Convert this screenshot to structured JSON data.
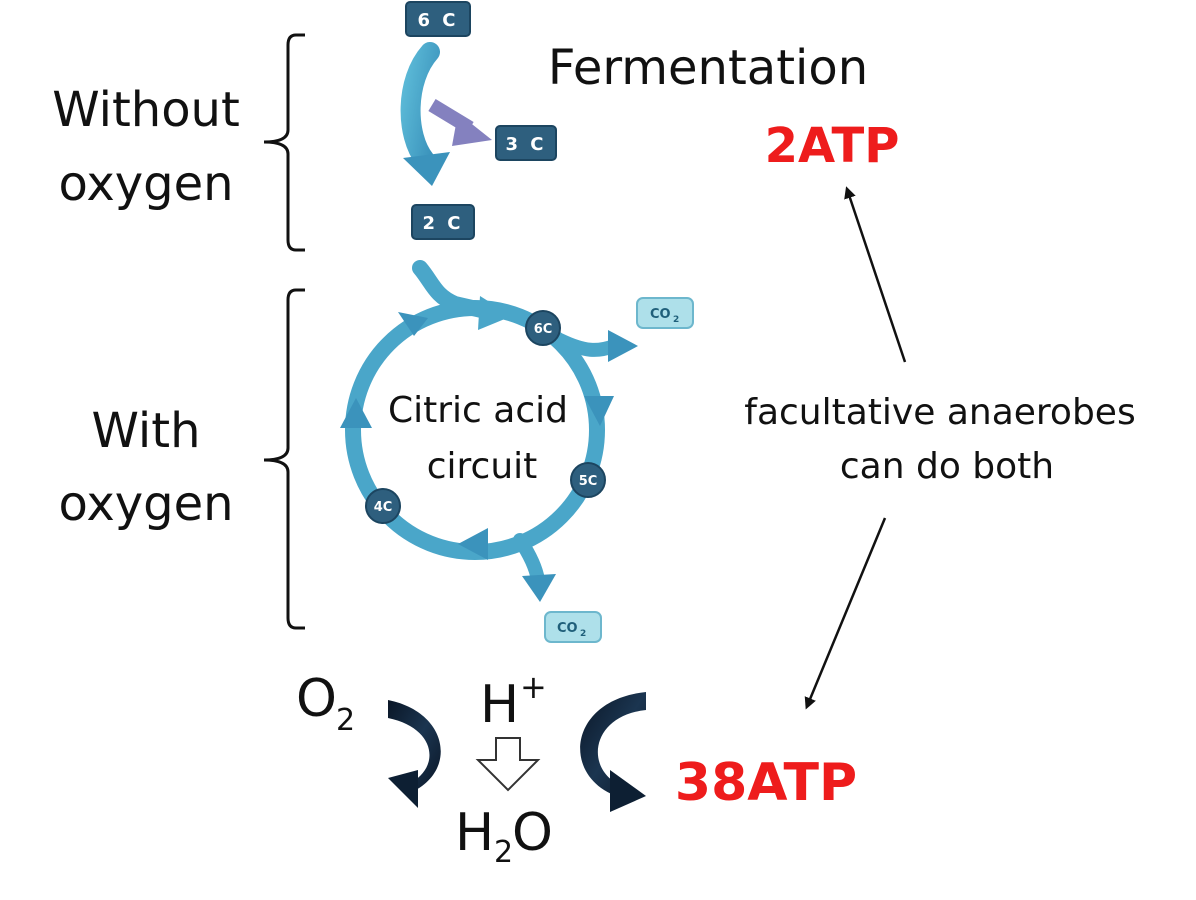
{
  "left_labels": {
    "without_oxygen": [
      "Without",
      "oxygen"
    ],
    "with_oxygen": [
      "With",
      "oxygen"
    ]
  },
  "top_right": {
    "fermentation": "Fermentation",
    "atp_small": "2ATP"
  },
  "middle_right": {
    "facultative": [
      "facultative anaerobes",
      "can do both"
    ]
  },
  "bottom_right": {
    "atp_large": "38ATP"
  },
  "glycolysis": {
    "six_c": "6 C",
    "three_c": "3 C",
    "two_c": "2 C"
  },
  "cycle": {
    "center_label": [
      "Citric acid",
      "circuit"
    ],
    "nodes": {
      "six_c": "6C",
      "five_c": "5C",
      "four_c": "4C"
    },
    "co2": {
      "main": "CO",
      "sub": "2"
    }
  },
  "electron_transport": {
    "o2": {
      "main": "O",
      "sub": "2"
    },
    "h_plus": {
      "main": "H",
      "sup": "+"
    },
    "h2o": {
      "h": "H",
      "sub": "2",
      "o": "O"
    }
  },
  "colors": {
    "red_text": "#ee1c1c",
    "dark_box": "#2e5f7e",
    "cycle_blue": "#4aa6c9",
    "purple_arrow": "#8481bf",
    "co2_fill": "#aee0ea",
    "curved_arrow": "#0d1f33"
  }
}
